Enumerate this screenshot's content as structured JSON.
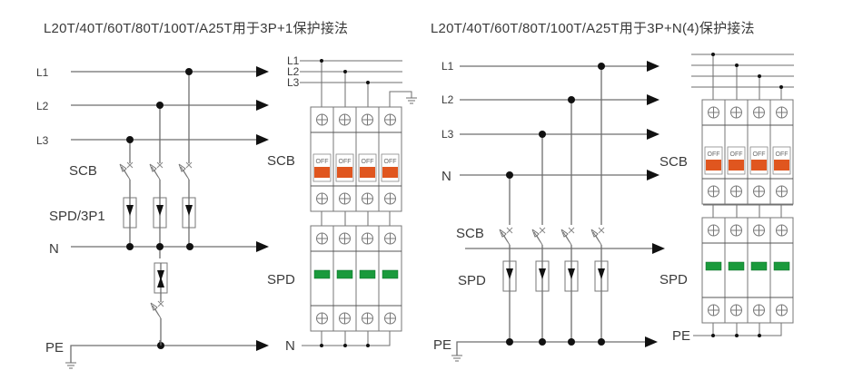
{
  "diagrams": {
    "left": {
      "title": "L20T/40T/60T/80T/100T/A25T用于3P+1保护接法",
      "labels": {
        "l1": "L1",
        "l2": "L2",
        "l3": "L3",
        "scb": "SCB",
        "spd": "SPD/3P1",
        "n": "N",
        "pe": "PE"
      },
      "device": {
        "l1": "L1",
        "l2": "L2",
        "l3": "L3",
        "scb": "SCB",
        "spd": "SPD",
        "n": "N",
        "switch_label": "OFF",
        "poles": 4
      }
    },
    "right": {
      "title": "L20T/40T/60T/80T/100T/A25T用于3P+N(4)保护接法",
      "labels": {
        "l1": "L1",
        "l2": "L2",
        "l3": "L3",
        "n": "N",
        "scb": "SCB",
        "spd": "SPD",
        "pe": "PE"
      },
      "device": {
        "scb": "SCB",
        "spd": "SPD",
        "pe": "PE",
        "switch_label": "OFF",
        "poles": 4
      }
    }
  },
  "colors": {
    "line": "#6e6e6e",
    "dark": "#111111",
    "switch_orange": "#e0561f",
    "indicator_green": "#1a9a3c",
    "text": "#3a3a3a"
  }
}
